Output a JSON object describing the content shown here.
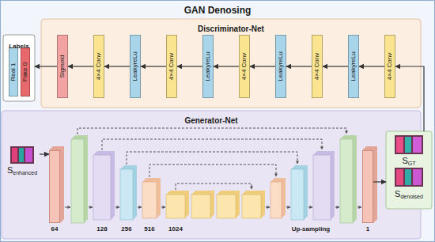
{
  "diagram": {
    "title": "GAN Denosing",
    "nodes": [
      {
        "text": [
          "Labels"
        ]
      },
      {
        "text": [
          "Real 1"
        ],
        "in": 0
      },
      {
        "text": [
          "Fake 0"
        ],
        "in": 0
      },
      {
        "text": [
          "Discriminator-Net"
        ]
      },
      {
        "text": [
          "Sigmoid"
        ],
        "in": 3
      },
      {
        "text": [
          "4×4 Conv"
        ],
        "in": 3
      },
      {
        "text": [
          "LeakyreLu"
        ],
        "in": 3
      },
      {
        "text": [
          "4×4 Conv"
        ],
        "in": 3
      },
      {
        "text": [
          "LeakyreLu"
        ],
        "in": 3
      },
      {
        "text": [
          "4×4 Conv"
        ],
        "in": 3
      },
      {
        "text": [
          "LeakyreLu"
        ],
        "in": 3
      },
      {
        "text": [
          "4×4 Conv"
        ],
        "in": 3
      },
      {
        "text": [
          "LeakyreLu"
        ],
        "in": 3
      },
      {
        "text": [
          "4×4 Conv"
        ],
        "in": 3
      },
      {
        "text": [
          "S",
          "GT",
          "S",
          "denoised"
        ]
      },
      {
        "text": [
          "Generator-Net"
        ]
      },
      {
        "text": [
          "S",
          "enhanced"
        ],
        "in": 15
      },
      {
        "text": [
          "64"
        ],
        "in": 15
      },
      {
        "text": [
          "1"
        ],
        "in": 15
      }
    ],
    "edges": [
      {
        "from": 16,
        "to": 17,
        "arrow": "to"
      },
      {
        "from": 18,
        "to": 14,
        "arrow": "to"
      },
      {
        "from": 14,
        "to": 13,
        "arrow": "to"
      },
      {
        "from": 13,
        "to": 12,
        "arrow": "to"
      },
      {
        "from": 12,
        "to": 11,
        "arrow": "to"
      },
      {
        "from": 11,
        "to": 10,
        "arrow": "to"
      },
      {
        "from": 10,
        "to": 9,
        "arrow": "to"
      },
      {
        "from": 9,
        "to": 8,
        "arrow": "to"
      },
      {
        "from": 8,
        "to": 7,
        "arrow": "to"
      },
      {
        "from": 7,
        "to": 6,
        "arrow": "to"
      },
      {
        "from": 6,
        "to": 5,
        "arrow": "to"
      },
      {
        "from": 5,
        "to": 4,
        "arrow": "to"
      },
      {
        "from": 4,
        "to": 0,
        "arrow": "to"
      }
    ],
    "labels": [
      "128",
      "256",
      "516",
      "1024",
      "Up-sampling"
    ]
  }
}
